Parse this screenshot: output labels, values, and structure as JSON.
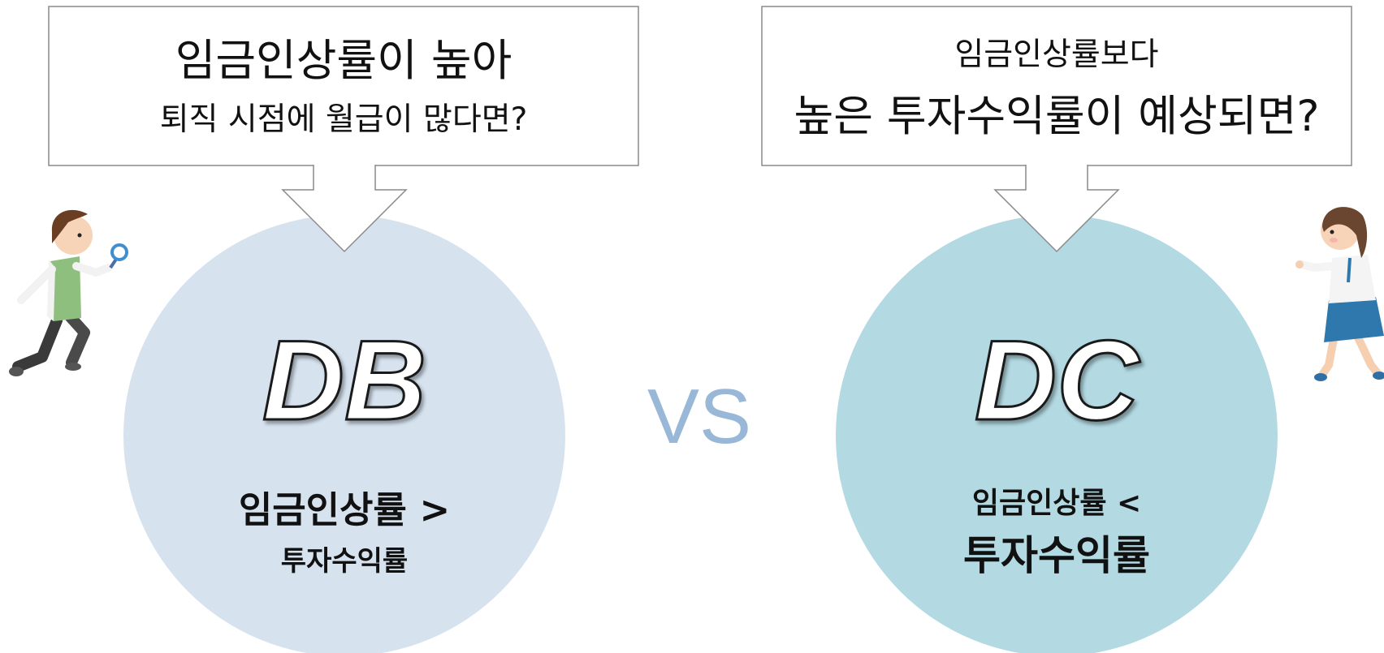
{
  "left_bubble": {
    "line1": "임금인상률이 높아",
    "line2": "퇴직 시점에 월급이 많다면?"
  },
  "right_bubble": {
    "line1": "임금인상률보다",
    "line2": "높은 투자수익률이 예상되면?"
  },
  "left_circle": {
    "title": "DB",
    "line1": "임금인상률 >",
    "line2": "투자수익률",
    "color": "#d6e3ef"
  },
  "right_circle": {
    "title": "DC",
    "line1": "임금인상률 <",
    "line2": "투자수익률",
    "color": "#b3d9e2"
  },
  "vs": {
    "label": "VS",
    "color": "#99b7d7"
  }
}
